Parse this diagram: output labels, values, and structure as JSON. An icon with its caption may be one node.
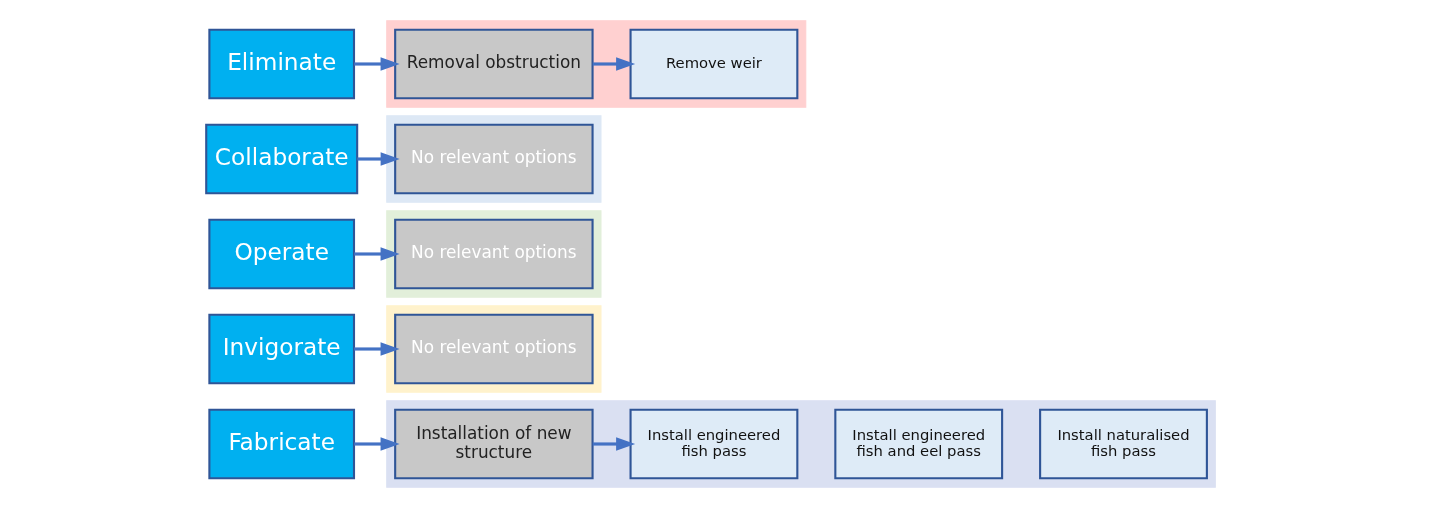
{
  "diagram": {
    "nodes": [
      {
        "text": [
          "Eliminate"
        ]
      },
      {
        "text": [],
        "shape": "band"
      },
      {
        "text": [
          "Removal obstruction"
        ],
        "in": 1
      },
      {
        "text": [
          "Remove weir"
        ],
        "in": 1
      },
      {
        "text": [
          "Collaborate"
        ]
      },
      {
        "text": [],
        "shape": "band"
      },
      {
        "text": [
          "No relevant options"
        ],
        "in": 5
      },
      {
        "text": [
          "Operate"
        ]
      },
      {
        "text": [],
        "shape": "band"
      },
      {
        "text": [
          "No relevant options"
        ],
        "in": 8
      },
      {
        "text": [
          "Invigorate"
        ]
      },
      {
        "text": [],
        "shape": "band"
      },
      {
        "text": [
          "No relevant options"
        ],
        "in": 11
      },
      {
        "text": [
          "Fabricate"
        ]
      },
      {
        "text": [],
        "shape": "band"
      },
      {
        "text": [
          "Installation of new structure"
        ],
        "in": 14
      },
      {
        "text": [
          "Install engineered fish pass"
        ],
        "in": 14
      },
      {
        "text": [
          "Install engineered fish and eel pass"
        ],
        "in": 14
      },
      {
        "text": [
          "Install naturalised fish pass"
        ],
        "in": 14
      }
    ],
    "edges": [
      {
        "from": 0,
        "to": 2,
        "arrow": "to"
      },
      {
        "from": 2,
        "to": 3,
        "arrow": "to"
      },
      {
        "from": 4,
        "to": 6,
        "arrow": "to"
      },
      {
        "from": 7,
        "to": 9,
        "arrow": "to"
      },
      {
        "from": 10,
        "to": 12,
        "arrow": "to"
      },
      {
        "from": 13,
        "to": 15,
        "arrow": "to"
      },
      {
        "from": 15,
        "to": 16,
        "arrow": "to"
      }
    ]
  }
}
